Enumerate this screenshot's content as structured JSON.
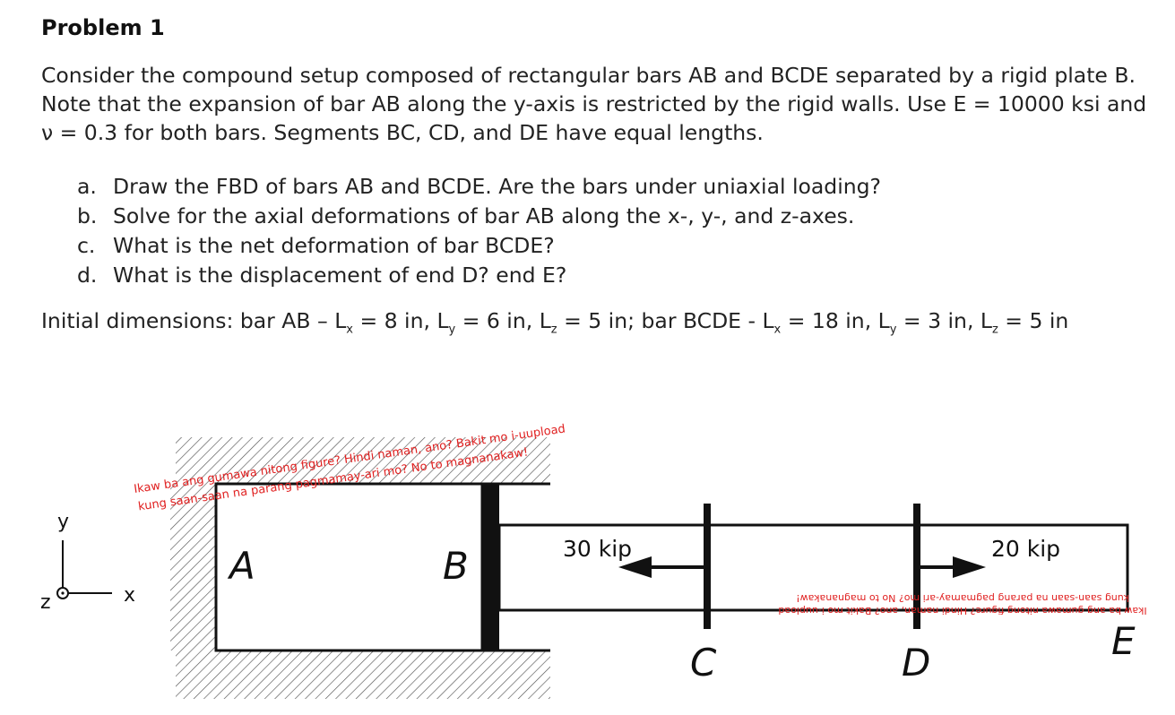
{
  "problem": {
    "title": "Problem 1",
    "statement": "Consider the compound setup composed of rectangular bars AB and BCDE separated by a rigid plate B. Note that the expansion of bar AB along the y-axis is restricted by the rigid walls. Use E = 10000 ksi and ν = 0.3 for both bars. Segments BC, CD, and DE have equal lengths.",
    "items": [
      {
        "label": "a.",
        "text": "Draw the FBD of bars AB and BCDE. Are the bars under uniaxial loading?"
      },
      {
        "label": "b.",
        "text": "Solve for the axial deformations of bar AB along the x-, y-, and z-axes."
      },
      {
        "label": "c.",
        "text": "What is the net deformation of bar BCDE?"
      },
      {
        "label": "d.",
        "text": "What is the displacement of end D? end E?"
      }
    ],
    "dimensions": {
      "prefix": "Initial dimensions: bar AB – ",
      "ab": {
        "lx": "8 in",
        "ly": "6 in",
        "lz": "5 in"
      },
      "mid": "; bar BCDE - ",
      "bcde": {
        "lx": "18 in",
        "ly": "3 in",
        "lz": "5 in"
      }
    }
  },
  "figure": {
    "axes": {
      "y": "y",
      "x": "x",
      "z": "z"
    },
    "labels": {
      "a": "A",
      "b": "B",
      "c": "C",
      "d": "D",
      "e": "E"
    },
    "loads": {
      "c": "30 kip",
      "d": "20 kip"
    },
    "watermark": {
      "line1": "Ikaw ba ang gumawa nitong figure? Hindi naman, ano? Bakit mo i-uupload",
      "line2": "kung saan-saan na parang pagmamay-ari mo? No to magnanakaw!"
    },
    "colors": {
      "ink": "#111111",
      "watermark": "#e02020",
      "hatch": "#555555"
    }
  }
}
